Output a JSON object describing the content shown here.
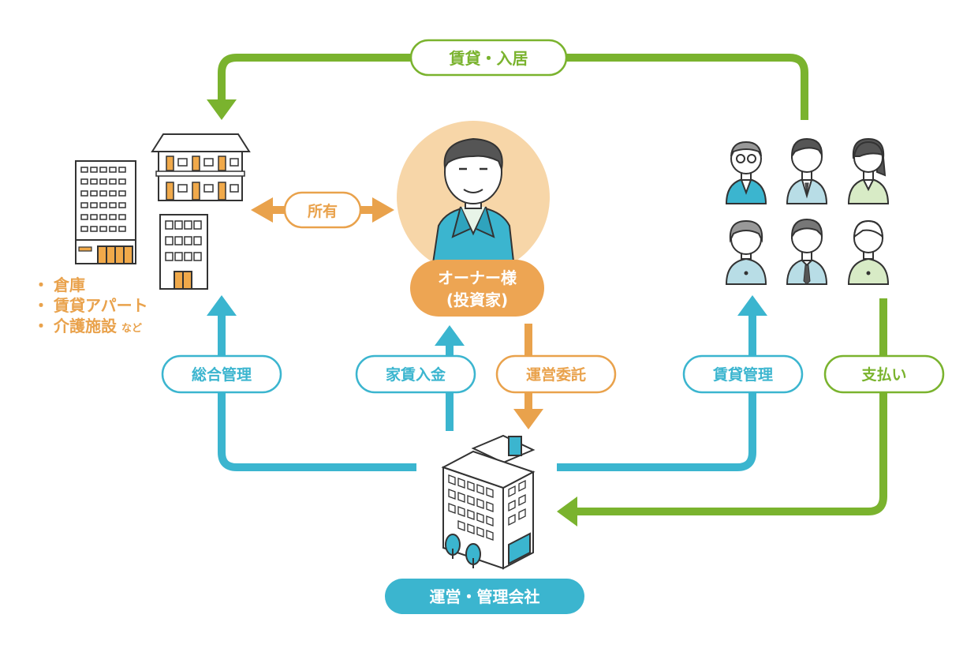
{
  "labels": {
    "lease_top": "賃貸・入居",
    "ownership": "所有",
    "owner_line1": "オーナー様",
    "owner_line2": "(投資家)",
    "general_management": "総合管理",
    "rent_deposit": "家賃入金",
    "operation_consign": "運営委託",
    "lease_management": "賃貸管理",
    "payment": "支払い",
    "company": "運営・管理会社"
  },
  "assets": {
    "items": [
      "倉庫",
      "賃貸アパート",
      "介護施設"
    ],
    "suffix": "など"
  },
  "colors": {
    "teal": "#3bb5cf",
    "green": "#7ab32e",
    "orange": "#e9a24c",
    "owner_circle": "#f7d6a8"
  }
}
